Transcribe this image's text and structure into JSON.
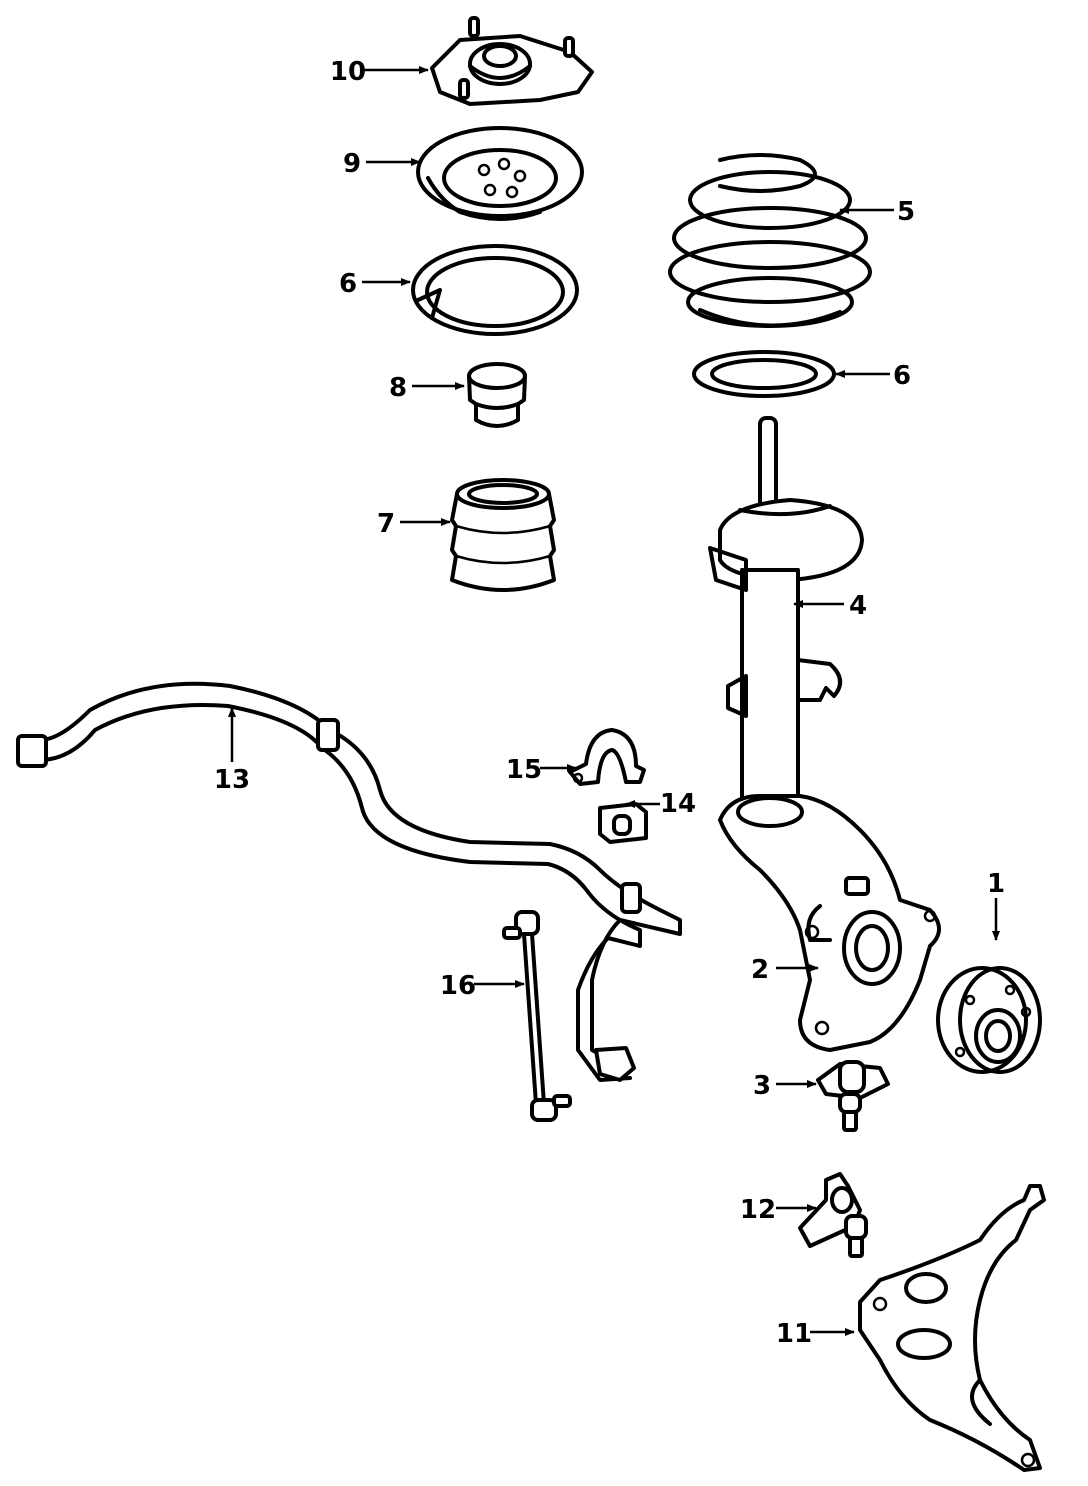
{
  "diagram": {
    "callouts": [
      {
        "id": "callout-1",
        "label": "1"
      },
      {
        "id": "callout-2",
        "label": "2"
      },
      {
        "id": "callout-3",
        "label": "3"
      },
      {
        "id": "callout-4",
        "label": "4"
      },
      {
        "id": "callout-5",
        "label": "5"
      },
      {
        "id": "callout-6a",
        "label": "6"
      },
      {
        "id": "callout-6b",
        "label": "6"
      },
      {
        "id": "callout-7",
        "label": "7"
      },
      {
        "id": "callout-8",
        "label": "8"
      },
      {
        "id": "callout-9",
        "label": "9"
      },
      {
        "id": "callout-10",
        "label": "10"
      },
      {
        "id": "callout-11",
        "label": "11"
      },
      {
        "id": "callout-12",
        "label": "12"
      },
      {
        "id": "callout-13",
        "label": "13"
      },
      {
        "id": "callout-14",
        "label": "14"
      },
      {
        "id": "callout-15",
        "label": "15"
      },
      {
        "id": "callout-16",
        "label": "16"
      }
    ]
  }
}
